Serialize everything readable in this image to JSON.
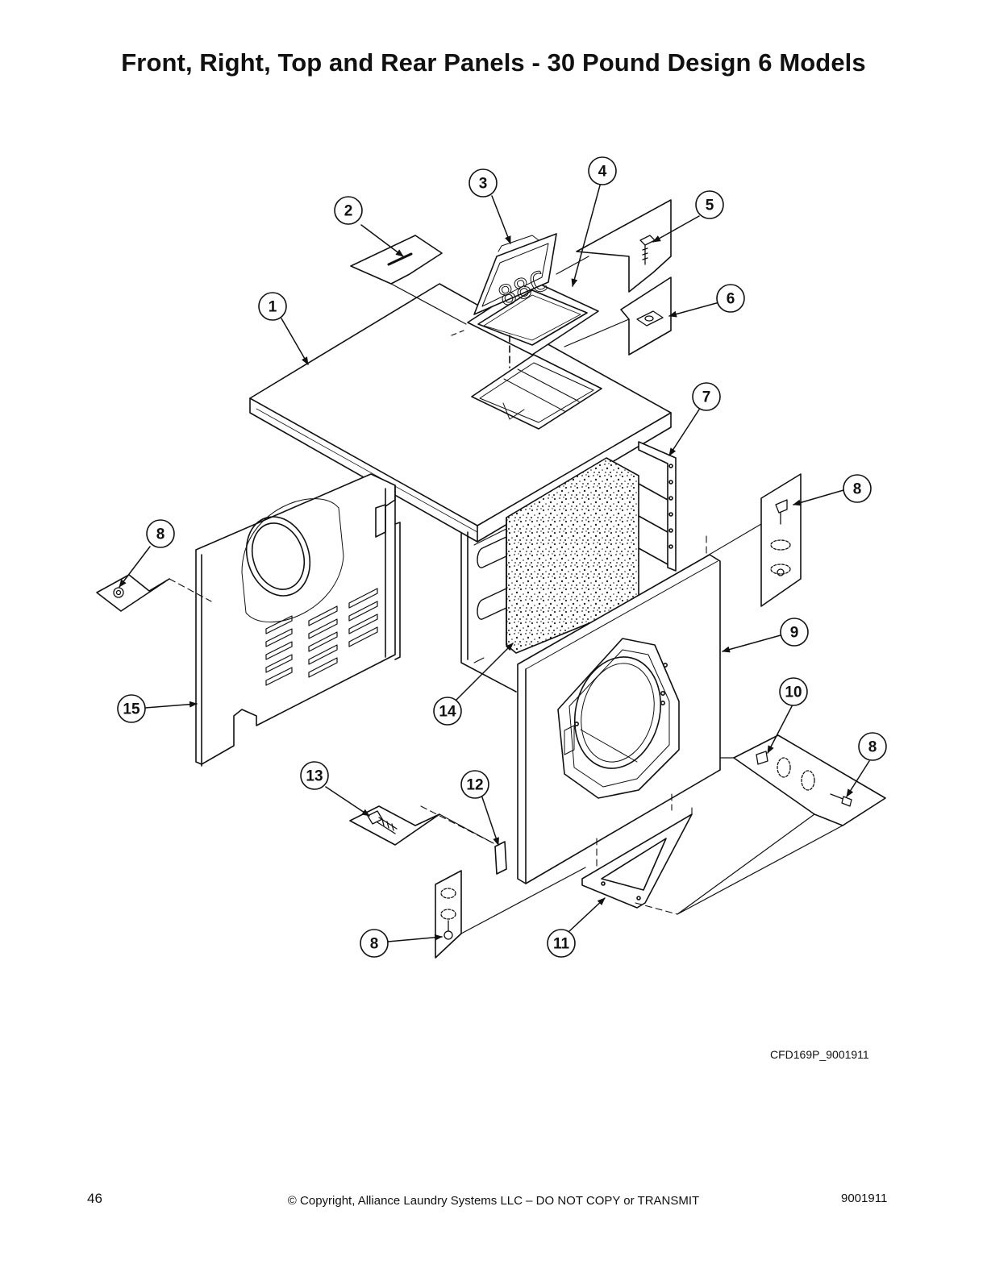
{
  "page": {
    "title": "Front, Right, Top and Rear Panels - 30 Pound Design 6 Models",
    "drawing_code": "CFD169P_9001911",
    "page_number": "46",
    "copyright": "© Copyright, Alliance Laundry Systems LLC – DO NOT COPY or TRANSMIT",
    "document_number": "9001911"
  },
  "callouts": [
    {
      "id": "callout-1",
      "label": "1"
    },
    {
      "id": "callout-2",
      "label": "2"
    },
    {
      "id": "callout-3",
      "label": "3"
    },
    {
      "id": "callout-4",
      "label": "4"
    },
    {
      "id": "callout-5",
      "label": "5"
    },
    {
      "id": "callout-6",
      "label": "6"
    },
    {
      "id": "callout-7",
      "label": "7"
    },
    {
      "id": "callout-8a",
      "label": "8"
    },
    {
      "id": "callout-8b",
      "label": "8"
    },
    {
      "id": "callout-9",
      "label": "9"
    },
    {
      "id": "callout-10",
      "label": "10"
    },
    {
      "id": "callout-8c",
      "label": "8"
    },
    {
      "id": "callout-15",
      "label": "15"
    },
    {
      "id": "callout-14",
      "label": "14"
    },
    {
      "id": "callout-13",
      "label": "13"
    },
    {
      "id": "callout-12",
      "label": "12"
    },
    {
      "id": "callout-8d",
      "label": "8"
    },
    {
      "id": "callout-11",
      "label": "11"
    }
  ]
}
